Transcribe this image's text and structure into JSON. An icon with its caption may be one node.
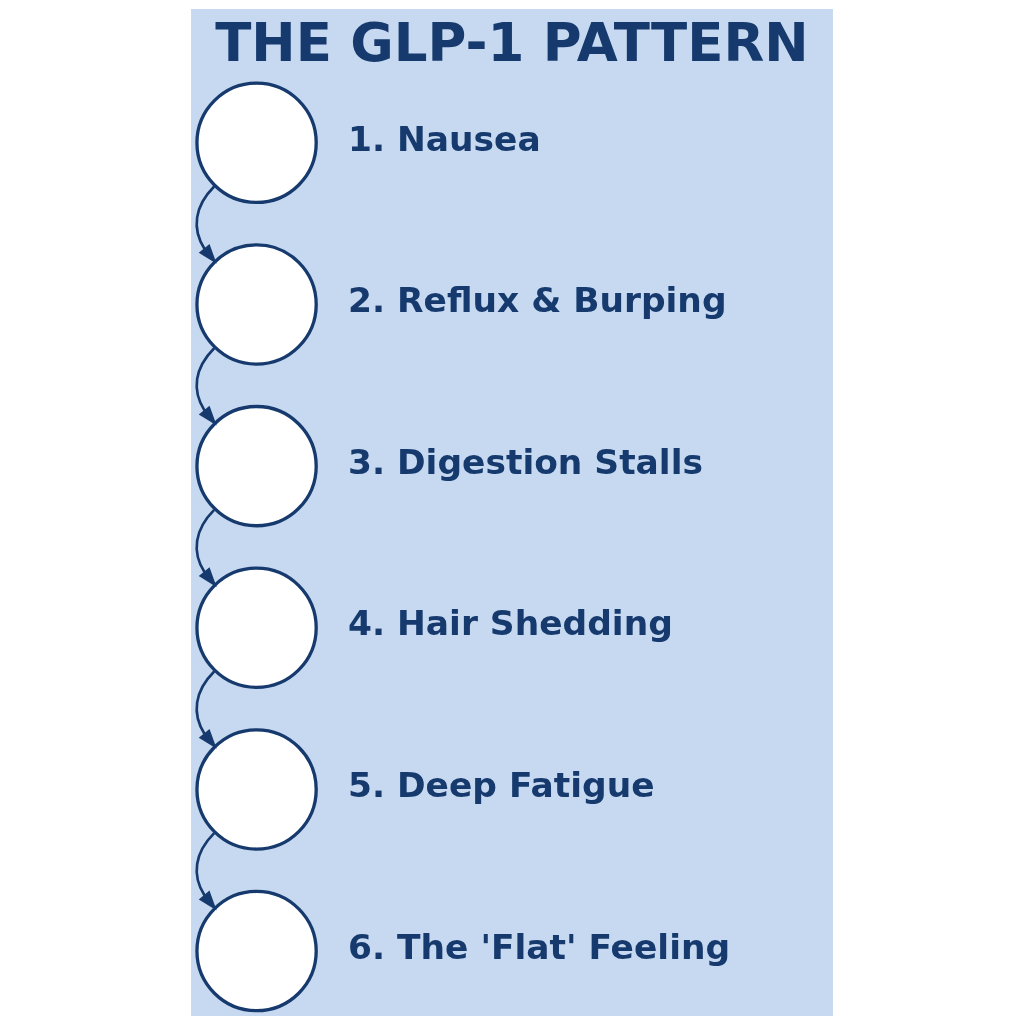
{
  "diagram": {
    "title": "THE GLP-1 PATTERN",
    "nodes": [
      {
        "text": [],
        "shape": "circle",
        "beside": [
          "1. Nausea"
        ]
      },
      {
        "text": [],
        "shape": "circle",
        "beside": [
          "2. Reflux & Burping"
        ]
      },
      {
        "text": [],
        "shape": "circle",
        "beside": [
          "3. Digestion Stalls"
        ]
      },
      {
        "text": [],
        "shape": "circle",
        "beside": [
          "4. Hair Shedding"
        ]
      },
      {
        "text": [],
        "shape": "circle",
        "beside": [
          "5. Deep Fatigue"
        ]
      },
      {
        "text": [],
        "shape": "circle",
        "beside": [
          "6. The 'Flat' Feeling"
        ]
      }
    ],
    "edges": [
      {
        "from": 0,
        "to": 1,
        "arrow": "to"
      },
      {
        "from": 1,
        "to": 2,
        "arrow": "to"
      },
      {
        "from": 2,
        "to": 3,
        "arrow": "to"
      },
      {
        "from": 3,
        "to": 4,
        "arrow": "to"
      },
      {
        "from": 4,
        "to": 5,
        "arrow": "to"
      }
    ]
  }
}
